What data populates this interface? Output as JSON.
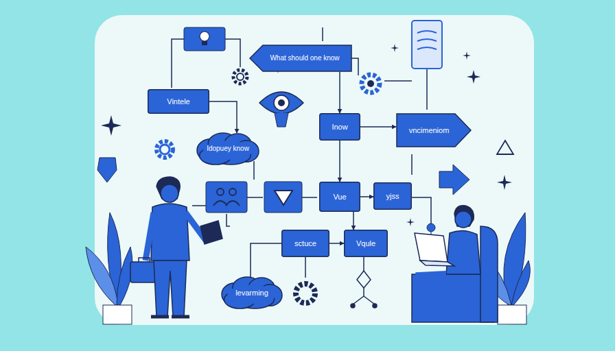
{
  "diagram": {
    "nodes": [
      {
        "text": [
          "What should one know"
        ]
      },
      {
        "text": [
          "Vintele"
        ]
      },
      {
        "text": [
          "Idopuey know"
        ]
      },
      {
        "text": [
          "Inow"
        ]
      },
      {
        "text": [
          "vncimeniom"
        ]
      },
      {
        "text": [
          "Vue"
        ]
      },
      {
        "text": [
          "yjss"
        ]
      },
      {
        "text": [
          "sctuce"
        ]
      },
      {
        "text": [
          "Vqule"
        ]
      },
      {
        "text": [
          "levarming"
        ]
      }
    ],
    "edges": [
      {
        "from": 0,
        "to": 3,
        "arrow": "to"
      },
      {
        "from": 1,
        "to": 2,
        "arrow": "to"
      },
      {
        "from": 3,
        "to": 5,
        "arrow": "to"
      },
      {
        "from": 5,
        "to": 6,
        "arrow": "to"
      },
      {
        "from": 5,
        "to": 8,
        "arrow": "to"
      },
      {
        "from": 7,
        "to": 8,
        "arrow": "to"
      },
      {
        "from": 3,
        "to": 4,
        "arrow": "to"
      }
    ]
  }
}
